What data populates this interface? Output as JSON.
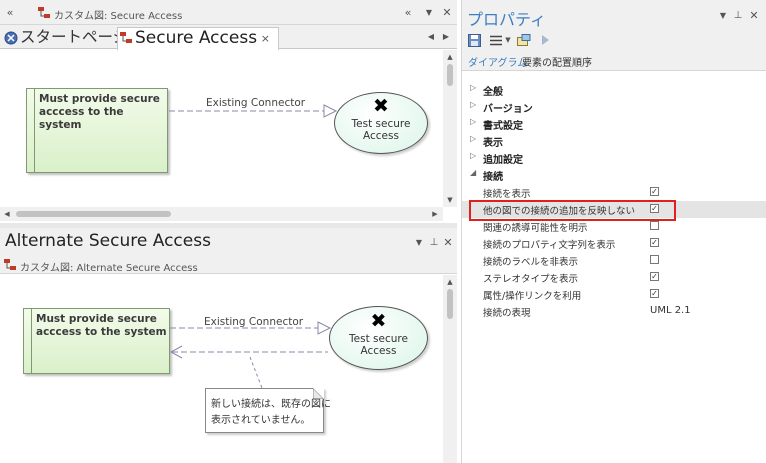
{
  "top_pane": {
    "breadcrumb": "カスタム図: Secure Access",
    "tabs": [
      {
        "label": "スタートページ",
        "active": false
      },
      {
        "label": "Secure Access",
        "active": true
      }
    ],
    "tab_close": "×",
    "diagram": {
      "class_label": "Must provide secure acccess to the system",
      "class_line1": "Must provide secure",
      "class_line2": "acccess to the system",
      "usecase_line1": "Test secure",
      "usecase_line2": "Access",
      "connector_label": "Existing Connector"
    }
  },
  "bottom_pane": {
    "title": "Alternate Secure Access",
    "breadcrumb": "カスタム図: Alternate Secure Access",
    "diagram": {
      "class_line1": "Must provide secure",
      "class_line2": "acccess to the system",
      "usecase_line1": "Test secure",
      "usecase_line2": "Access",
      "connector_label": "Existing Connector",
      "note_line1": "新しい接続は、既存の図に",
      "note_line2": "表示されていません。"
    }
  },
  "properties": {
    "title": "プロパティ",
    "tabs": [
      {
        "label": "ダイアグラム",
        "active": true
      },
      {
        "label": "要素の配置順序",
        "active": false
      }
    ],
    "categories": [
      {
        "label": "全般",
        "expanded": false
      },
      {
        "label": "バージョン",
        "expanded": false
      },
      {
        "label": "書式設定",
        "expanded": false
      },
      {
        "label": "表示",
        "expanded": false
      },
      {
        "label": "追加設定",
        "expanded": false
      },
      {
        "label": "接続",
        "expanded": true
      }
    ],
    "rows": [
      {
        "label": "接続を表示",
        "checked": true
      },
      {
        "label": "他の図での接続の追加を反映しない",
        "checked": true,
        "selected": true
      },
      {
        "label": "関連の誘導可能性を明示",
        "checked": false
      },
      {
        "label": "接続のプロパティ文字列を表示",
        "checked": true
      },
      {
        "label": "接続のラベルを非表示",
        "checked": false
      },
      {
        "label": "ステレオタイプを表示",
        "checked": true
      },
      {
        "label": "属性/操作リンクを利用",
        "checked": true
      },
      {
        "label": "接続の表現",
        "value": "UML 2.1"
      }
    ]
  },
  "colors": {
    "highlight": "#e0201e",
    "title_blue": "#3a7fc1",
    "class_fill": "#d9f0c9",
    "usecase_fill": "#d9f5e8"
  }
}
